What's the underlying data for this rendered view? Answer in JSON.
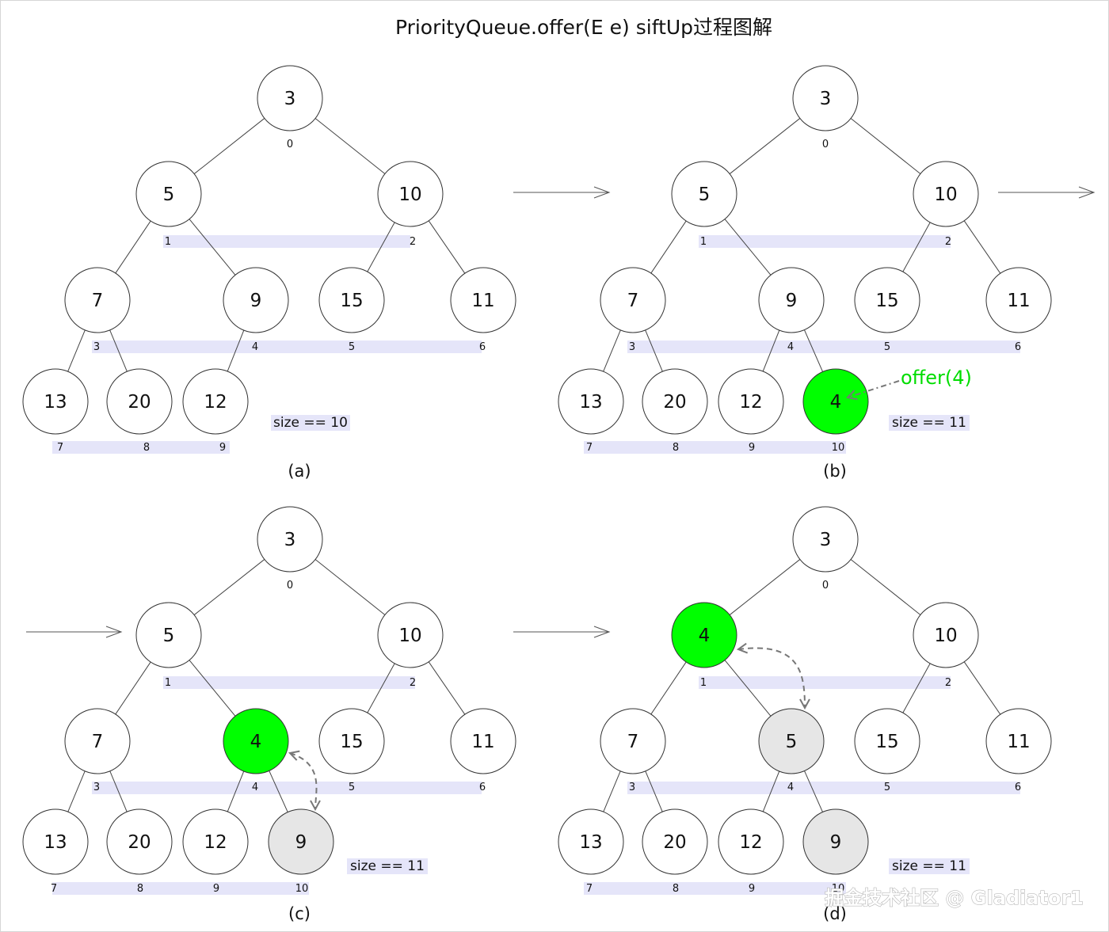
{
  "title": "PriorityQueue.offer(E e) siftUp过程图解",
  "colors": {
    "node_fill": "#ffffff",
    "inserted_fill": "#00ff00",
    "moved_fill": "#e6e6e6",
    "index_band": "#e5e5f9",
    "edge": "#444444",
    "swap_arrow": "#777777",
    "offer_label": "#00dd00"
  },
  "panels": [
    {
      "caption": "(a)",
      "size_label": "size == 10",
      "nodes": [
        {
          "value": "3",
          "index": "0",
          "state": "normal"
        },
        {
          "value": "5",
          "index": "1",
          "state": "normal"
        },
        {
          "value": "10",
          "index": "2",
          "state": "normal"
        },
        {
          "value": "7",
          "index": "3",
          "state": "normal"
        },
        {
          "value": "9",
          "index": "4",
          "state": "normal"
        },
        {
          "value": "15",
          "index": "5",
          "state": "normal"
        },
        {
          "value": "11",
          "index": "6",
          "state": "normal"
        },
        {
          "value": "13",
          "index": "7",
          "state": "normal"
        },
        {
          "value": "20",
          "index": "8",
          "state": "normal"
        },
        {
          "value": "12",
          "index": "9",
          "state": "normal"
        }
      ]
    },
    {
      "caption": "(b)",
      "size_label": "size == 11",
      "offer_label": "offer(4)",
      "nodes": [
        {
          "value": "3",
          "index": "0",
          "state": "normal"
        },
        {
          "value": "5",
          "index": "1",
          "state": "normal"
        },
        {
          "value": "10",
          "index": "2",
          "state": "normal"
        },
        {
          "value": "7",
          "index": "3",
          "state": "normal"
        },
        {
          "value": "9",
          "index": "4",
          "state": "normal"
        },
        {
          "value": "15",
          "index": "5",
          "state": "normal"
        },
        {
          "value": "11",
          "index": "6",
          "state": "normal"
        },
        {
          "value": "13",
          "index": "7",
          "state": "normal"
        },
        {
          "value": "20",
          "index": "8",
          "state": "normal"
        },
        {
          "value": "12",
          "index": "9",
          "state": "normal"
        },
        {
          "value": "4",
          "index": "10",
          "state": "inserted"
        }
      ]
    },
    {
      "caption": "(c)",
      "size_label": "size == 11",
      "nodes": [
        {
          "value": "3",
          "index": "0",
          "state": "normal"
        },
        {
          "value": "5",
          "index": "1",
          "state": "normal"
        },
        {
          "value": "10",
          "index": "2",
          "state": "normal"
        },
        {
          "value": "7",
          "index": "3",
          "state": "normal"
        },
        {
          "value": "4",
          "index": "4",
          "state": "inserted"
        },
        {
          "value": "15",
          "index": "5",
          "state": "normal"
        },
        {
          "value": "11",
          "index": "6",
          "state": "normal"
        },
        {
          "value": "13",
          "index": "7",
          "state": "normal"
        },
        {
          "value": "20",
          "index": "8",
          "state": "normal"
        },
        {
          "value": "12",
          "index": "9",
          "state": "normal"
        },
        {
          "value": "9",
          "index": "10",
          "state": "moved"
        }
      ]
    },
    {
      "caption": "(d)",
      "size_label": "size == 11",
      "nodes": [
        {
          "value": "3",
          "index": "0",
          "state": "normal"
        },
        {
          "value": "4",
          "index": "1",
          "state": "inserted"
        },
        {
          "value": "10",
          "index": "2",
          "state": "normal"
        },
        {
          "value": "7",
          "index": "3",
          "state": "normal"
        },
        {
          "value": "5",
          "index": "4",
          "state": "moved"
        },
        {
          "value": "15",
          "index": "5",
          "state": "normal"
        },
        {
          "value": "11",
          "index": "6",
          "state": "normal"
        },
        {
          "value": "13",
          "index": "7",
          "state": "normal"
        },
        {
          "value": "20",
          "index": "8",
          "state": "normal"
        },
        {
          "value": "12",
          "index": "9",
          "state": "normal"
        },
        {
          "value": "9",
          "index": "10",
          "state": "moved"
        }
      ]
    }
  ],
  "watermark": "掘金技术社区 @ Gladiator1"
}
